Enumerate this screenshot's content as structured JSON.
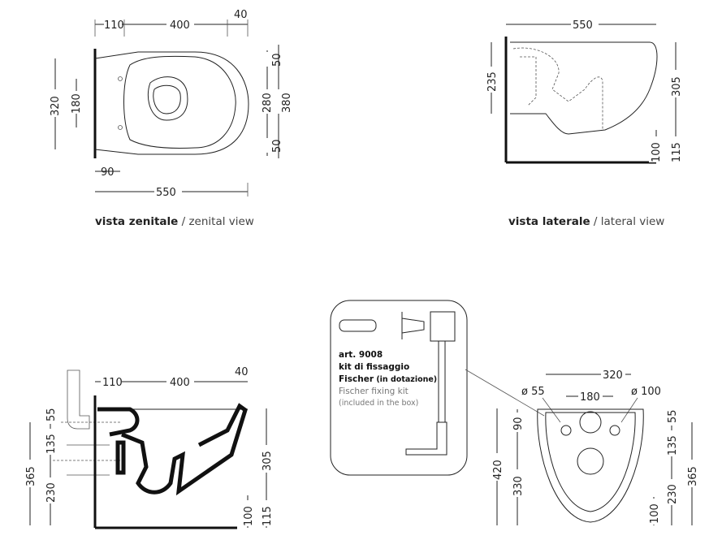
{
  "zenital": {
    "caption_bold": "vista zenitale",
    "caption_light": " / zenital view",
    "dims": {
      "top_110": "110",
      "top_400": "400",
      "top_40": "40",
      "right_50a": "50",
      "right_280": "280",
      "right_50b": "50",
      "right_380": "380",
      "left_320": "320",
      "left_180": "180",
      "bottom_90": "90",
      "bottom_550": "550"
    }
  },
  "lateral": {
    "caption_bold": "vista laterale",
    "caption_light": " / lateral view",
    "dims": {
      "top_550": "550",
      "left_235": "235",
      "right_305": "305",
      "right_100": "100",
      "right_115": "115"
    }
  },
  "section": {
    "dims": {
      "top_110": "110",
      "top_400": "400",
      "top_40": "40",
      "left_55": "55",
      "left_135": "135",
      "left_365": "365",
      "left_230": "230",
      "right_305": "305",
      "right_100": "100",
      "right_115": "115"
    }
  },
  "kit": {
    "line1": "art. 9008",
    "line2": "kit di fissaggio",
    "line3_bold": "Fischer",
    "line3_paren": " (in dotazione)",
    "line4": "Fischer fixing kit",
    "line5": "(included in the box)"
  },
  "front": {
    "dims": {
      "top_320": "320",
      "dia_55": "ø 55",
      "mid_180": "180",
      "dia_100": "ø 100",
      "left_420": "420",
      "left_90": "90",
      "left_330": "330",
      "right_55": "55",
      "right_135": "135",
      "right_365": "365",
      "right_230": "230",
      "right_100": "100"
    }
  }
}
